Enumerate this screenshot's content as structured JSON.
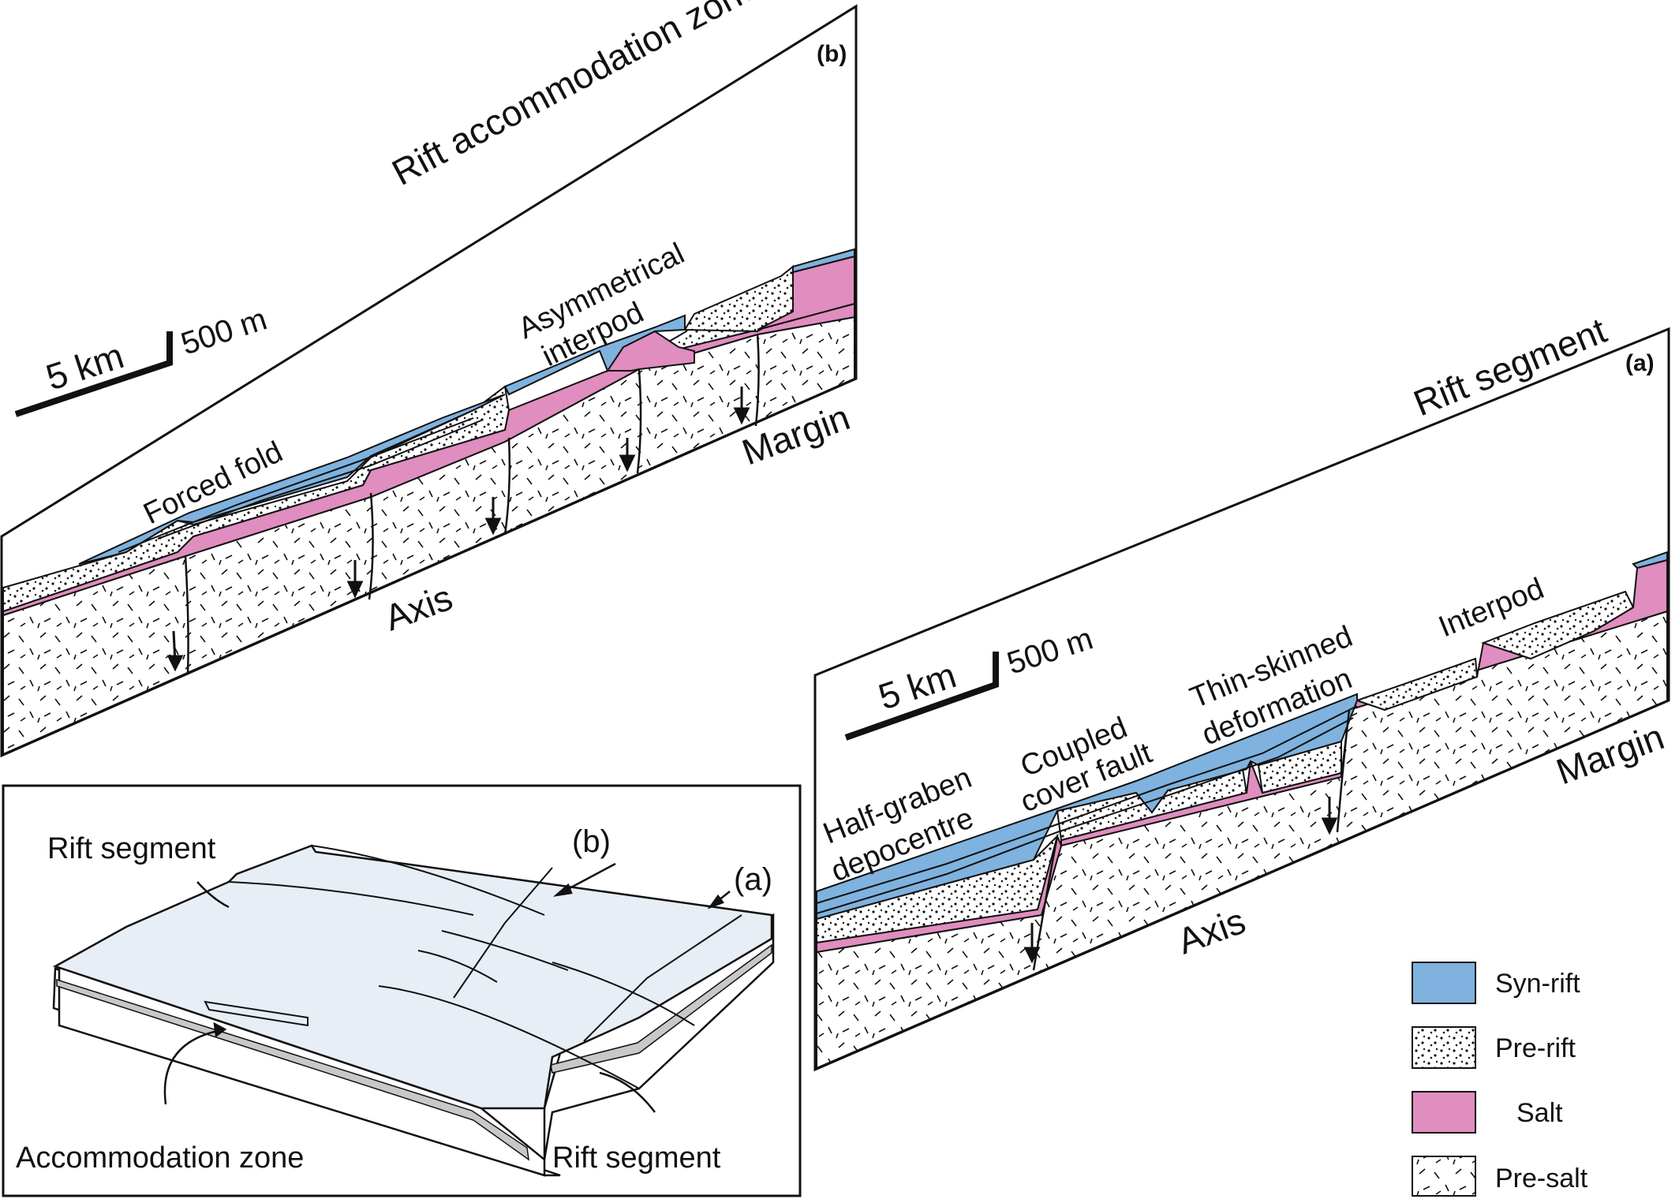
{
  "colors": {
    "syn_rift": "#7fb2de",
    "pre_rift": "#ffffff",
    "salt": "#e08dbf",
    "pre_salt": "#ffffff",
    "block_top": "#e7eef5",
    "block_layer": "#c8c8c8"
  },
  "panel_b": {
    "tag": "(b)",
    "title": "Rift accommodation zone",
    "scale_h": "5 km",
    "scale_v": "500 m",
    "labels": {
      "forced_fold": "Forced fold",
      "asym_1": "Asymmetrical",
      "asym_2": "interpod",
      "axis": "Axis",
      "margin": "Margin"
    }
  },
  "panel_a": {
    "tag": "(a)",
    "title": "Rift segment",
    "scale_h": "5 km",
    "scale_v": "500 m",
    "labels": {
      "half_graben_1": "Half-graben",
      "half_graben_2": "depocentre",
      "coupled_1": "Coupled",
      "coupled_2": "cover fault",
      "thin_1": "Thin-skinned",
      "thin_2": "deformation",
      "interpod": "Interpod",
      "axis": "Axis",
      "margin": "Margin"
    }
  },
  "block": {
    "rift_segment_top": "Rift segment",
    "b_label": "(b)",
    "a_label": "(a)",
    "accommodation_zone": "Accommodation zone",
    "rift_segment_bottom": "Rift segment"
  },
  "legend": {
    "items": [
      {
        "label": "Syn-rift",
        "swatch": "syn-rift"
      },
      {
        "label": "Pre-rift",
        "swatch": "pre-rift"
      },
      {
        "label": "Salt",
        "swatch": "salt"
      },
      {
        "label": "Pre-salt",
        "swatch": "pre-salt"
      }
    ]
  }
}
